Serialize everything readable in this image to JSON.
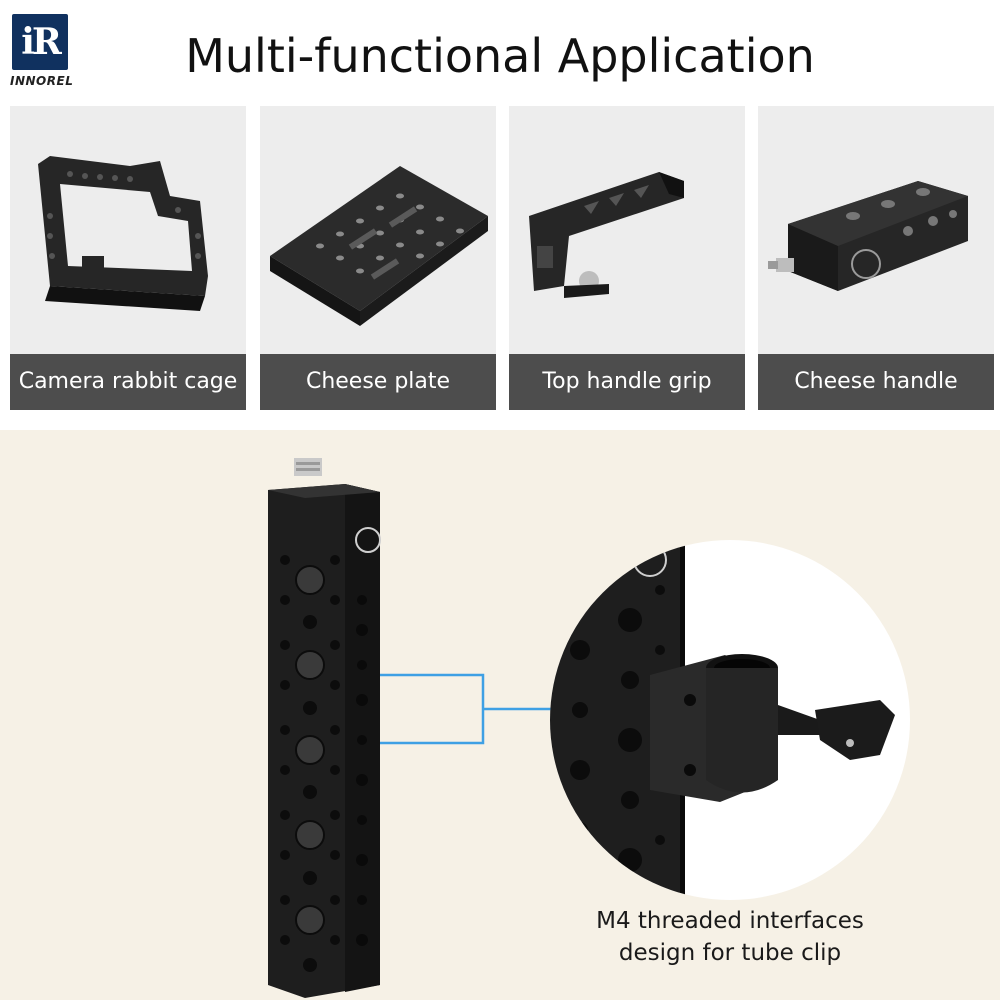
{
  "brand": {
    "logo_mark": "iR",
    "logo_text": "INNOREL"
  },
  "title": "Multi-functional Application",
  "applications": [
    {
      "label": "Camera rabbit cage",
      "icon": "camera-cage-icon"
    },
    {
      "label": "Cheese plate",
      "icon": "cheese-plate-icon"
    },
    {
      "label": "Top handle grip",
      "icon": "top-handle-icon"
    },
    {
      "label": "Cheese handle",
      "icon": "cheese-handle-icon"
    }
  ],
  "detail": {
    "caption_line1": "M4 threaded interfaces",
    "caption_line2": "design for tube clip"
  },
  "colors": {
    "label_bar": "#4d4d4d",
    "card_bg": "#ededed",
    "bottom_bg": "#f6f1e6",
    "callout_line": "#3ea0e4",
    "metal": "#1e1e1e",
    "logo_bg": "#10315f"
  }
}
